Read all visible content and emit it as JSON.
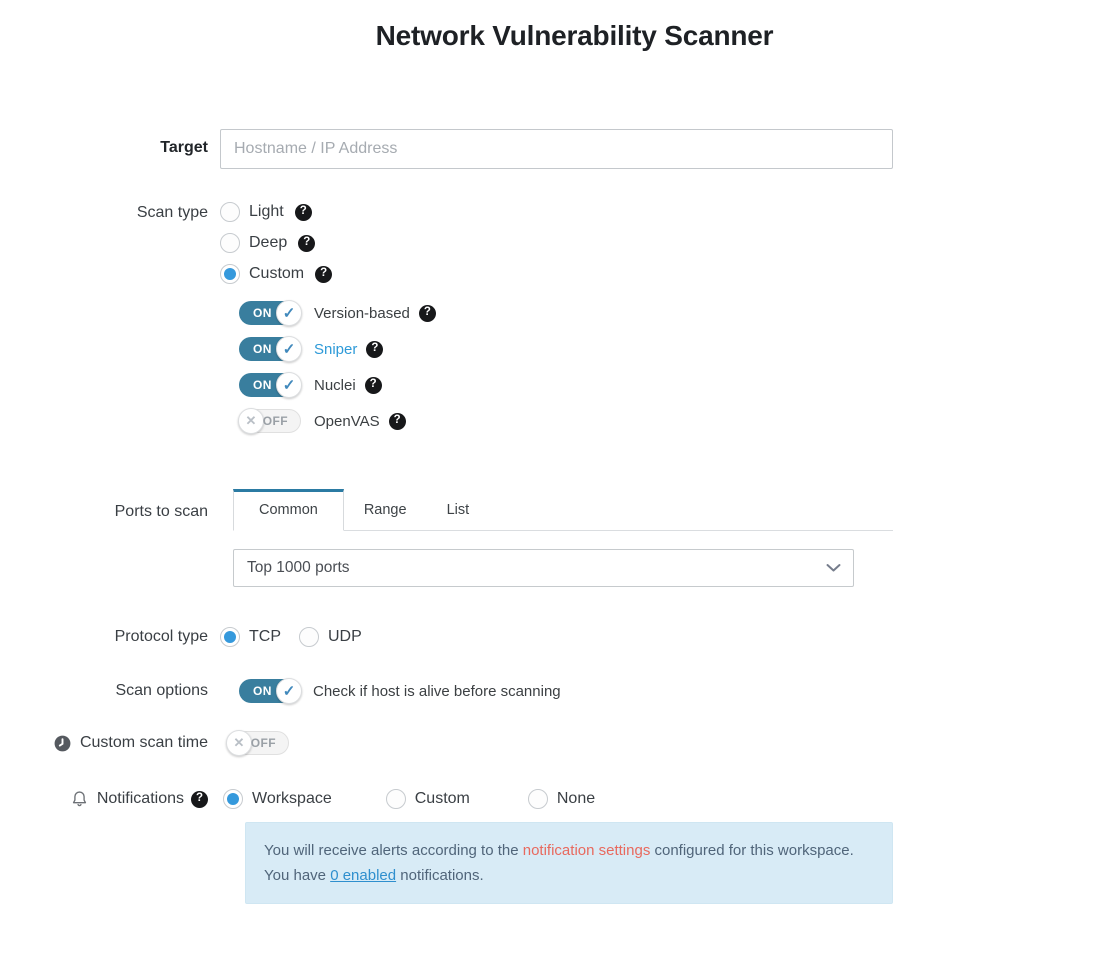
{
  "page": {
    "title": "Network Vulnerability Scanner"
  },
  "target": {
    "label": "Target",
    "placeholder": "Hostname / IP Address",
    "value": ""
  },
  "scan_type": {
    "label": "Scan type",
    "options": [
      {
        "label": "Light",
        "selected": false
      },
      {
        "label": "Deep",
        "selected": false
      },
      {
        "label": "Custom",
        "selected": true
      }
    ],
    "custom_tools": [
      {
        "label": "Version-based",
        "state": "ON",
        "is_link": false
      },
      {
        "label": "Sniper",
        "state": "ON",
        "is_link": true
      },
      {
        "label": "Nuclei",
        "state": "ON",
        "is_link": false
      },
      {
        "label": "OpenVAS",
        "state": "OFF",
        "is_link": false
      }
    ]
  },
  "ports": {
    "label": "Ports to scan",
    "tabs": [
      {
        "label": "Common",
        "active": true
      },
      {
        "label": "Range",
        "active": false
      },
      {
        "label": "List",
        "active": false
      }
    ],
    "selected_option": "Top 1000 ports"
  },
  "protocol": {
    "label": "Protocol type",
    "options": [
      {
        "label": "TCP",
        "selected": true
      },
      {
        "label": "UDP",
        "selected": false
      }
    ]
  },
  "scan_options": {
    "label": "Scan options",
    "toggle_state": "ON",
    "toggle_label": "Check if host is alive before scanning"
  },
  "custom_scan_time": {
    "label": "Custom scan time",
    "toggle_state": "OFF"
  },
  "notifications": {
    "label": "Notifications",
    "options": [
      {
        "label": "Workspace",
        "selected": true
      },
      {
        "label": "Custom",
        "selected": false
      },
      {
        "label": "None",
        "selected": false
      }
    ],
    "info": {
      "text_1": "You will receive alerts according to the ",
      "link_settings": "notification settings",
      "text_2": " configured for this workspace.",
      "text_3": "You have ",
      "link_enabled": "0 enabled",
      "text_4": " notifications."
    }
  },
  "icons": {
    "help": "?",
    "check": "✓",
    "cross": "✕"
  },
  "colors": {
    "accent_blue": "#3599dc",
    "toggle_on": "#397e9e",
    "tab_active_border": "#2b7ba3",
    "link_blue": "#2e9ad8",
    "info_background": "#d8ebf6",
    "info_link_red": "#e8695e",
    "info_link_blue": "#2f8fce"
  }
}
